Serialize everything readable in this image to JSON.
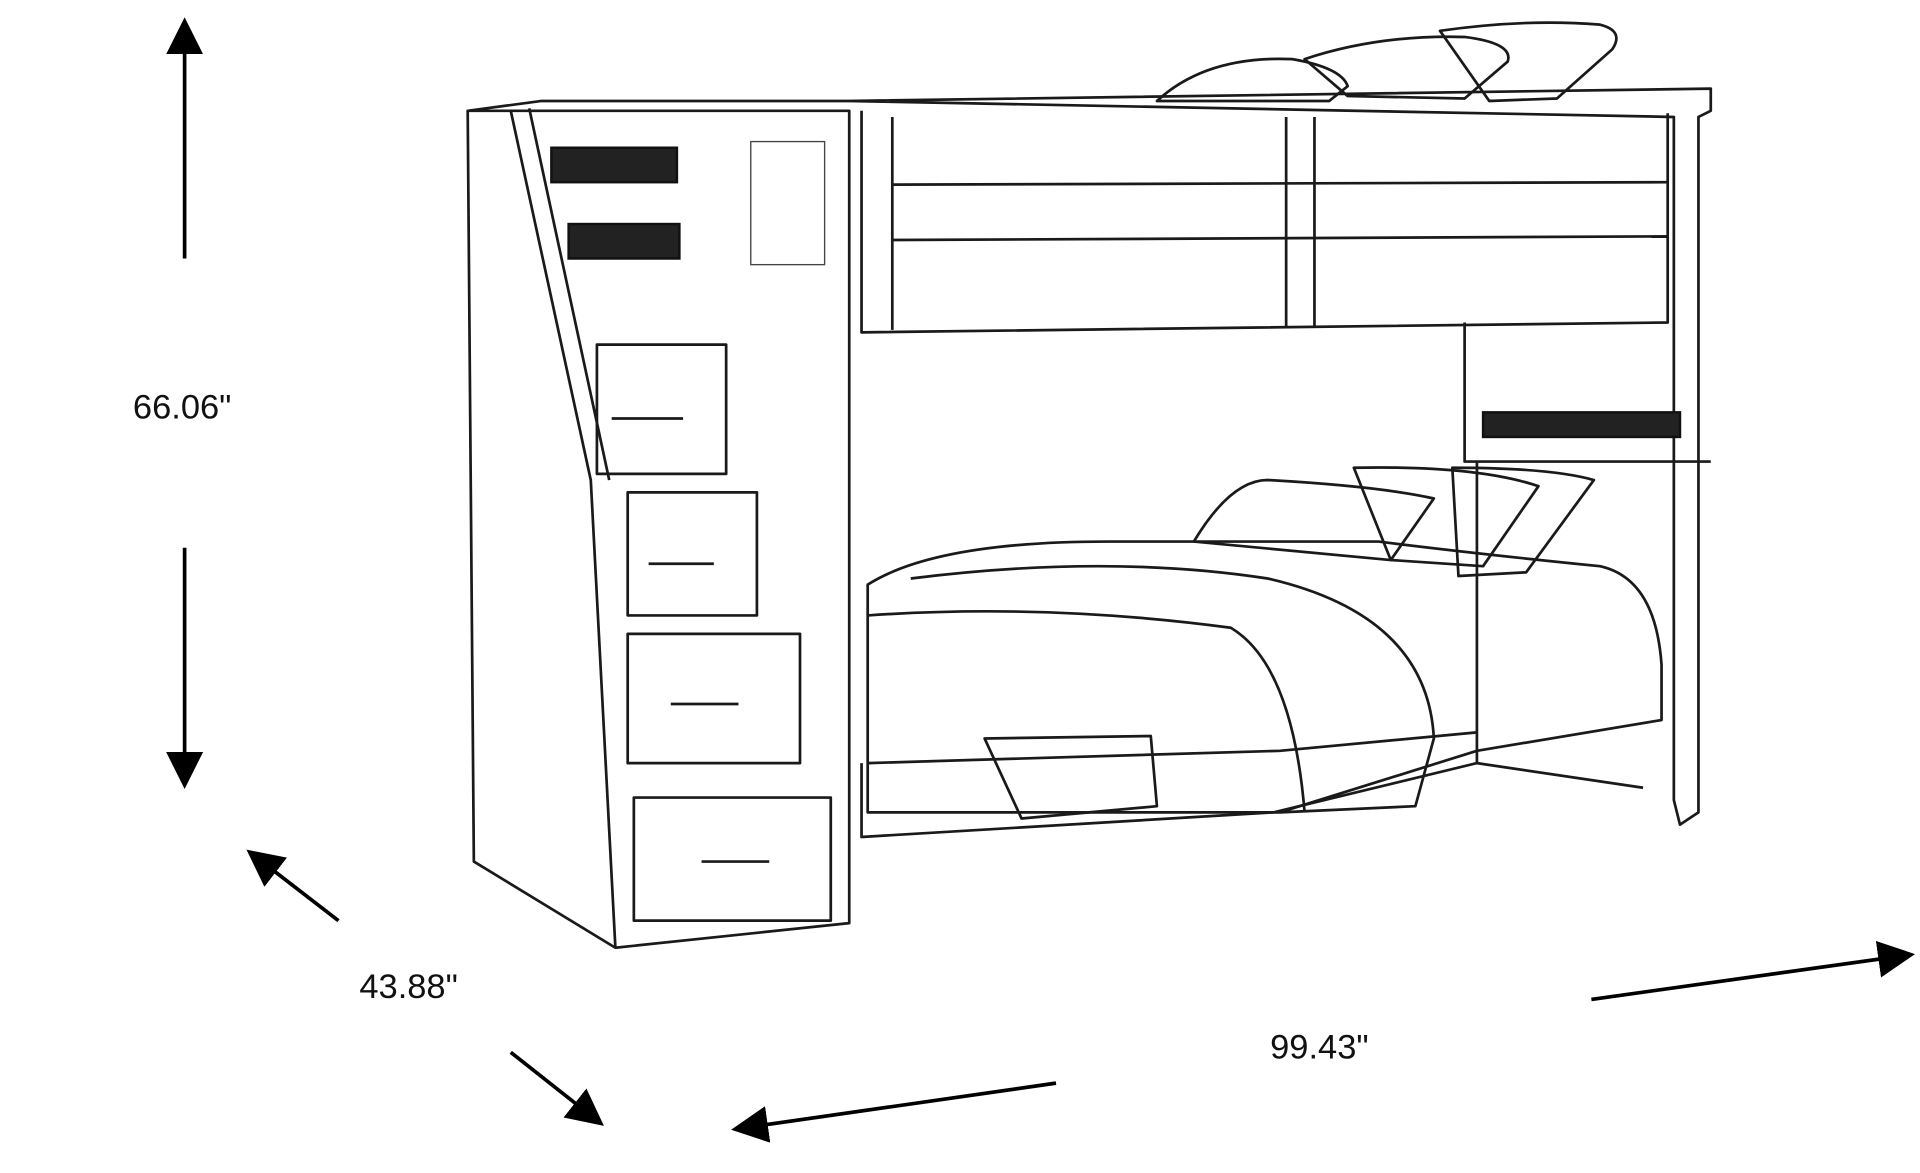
{
  "dimensions": {
    "height": "66.06\"",
    "depth": "43.88\"",
    "width": "99.43\""
  },
  "colors": {
    "line": "#1a1a1a",
    "background": "#ffffff"
  }
}
